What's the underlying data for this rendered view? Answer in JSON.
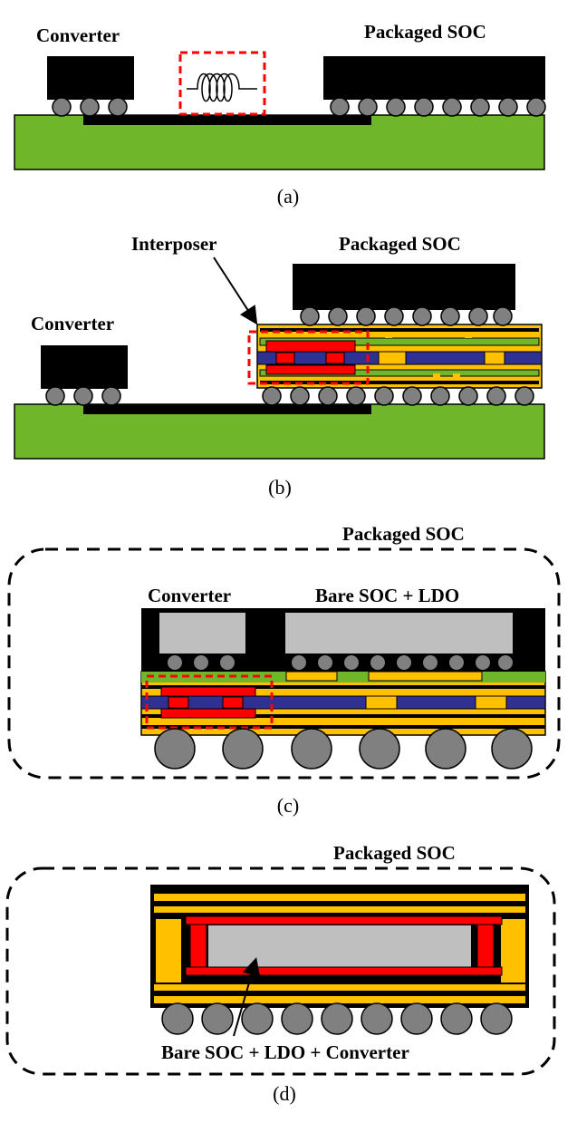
{
  "panels": [
    {
      "caption": "(a)",
      "labels": {
        "converter": "Converter",
        "soc": "Packaged SOC"
      }
    },
    {
      "caption": "(b)",
      "labels": {
        "interposer": "Interposer",
        "soc": "Packaged SOC",
        "converter": "Converter"
      }
    },
    {
      "caption": "(c)",
      "labels": {
        "package": "Packaged SOC",
        "converter": "Converter",
        "soc": "Bare SOC + LDO"
      }
    },
    {
      "caption": "(d)",
      "labels": {
        "package": "Packaged SOC",
        "die": "Bare SOC + LDO + Converter"
      }
    }
  ],
  "colors": {
    "pcb": "#70b62a",
    "chip": "#000000",
    "bump": "#808080",
    "die": "#bfbfbf",
    "copper": "#ffc000",
    "inductor": "#ff0000",
    "magnetic": "#2e3192",
    "highlight": "#ff0000",
    "outline": "#000000"
  }
}
